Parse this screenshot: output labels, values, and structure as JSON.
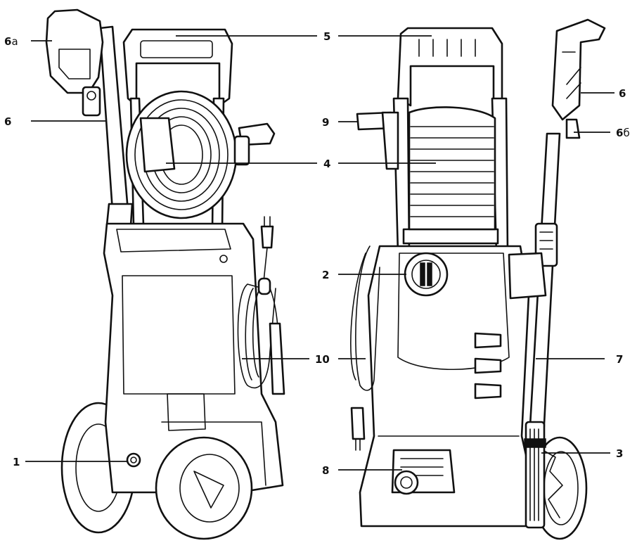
{
  "callouts": {
    "c1": {
      "num": "1",
      "suffix": ""
    },
    "c2": {
      "num": "2",
      "suffix": ""
    },
    "c3": {
      "num": "3",
      "suffix": ""
    },
    "c4": {
      "num": "4",
      "suffix": ""
    },
    "c5": {
      "num": "5",
      "suffix": ""
    },
    "c6l": {
      "num": "6",
      "suffix": ""
    },
    "c6a": {
      "num": "6",
      "suffix": "а"
    },
    "c6r": {
      "num": "6",
      "suffix": ""
    },
    "c6b": {
      "num": "6",
      "suffix": "б"
    },
    "c7": {
      "num": "7",
      "suffix": ""
    },
    "c8": {
      "num": "8",
      "suffix": ""
    },
    "c9": {
      "num": "9",
      "suffix": ""
    },
    "c10": {
      "num": "10",
      "suffix": ""
    }
  }
}
